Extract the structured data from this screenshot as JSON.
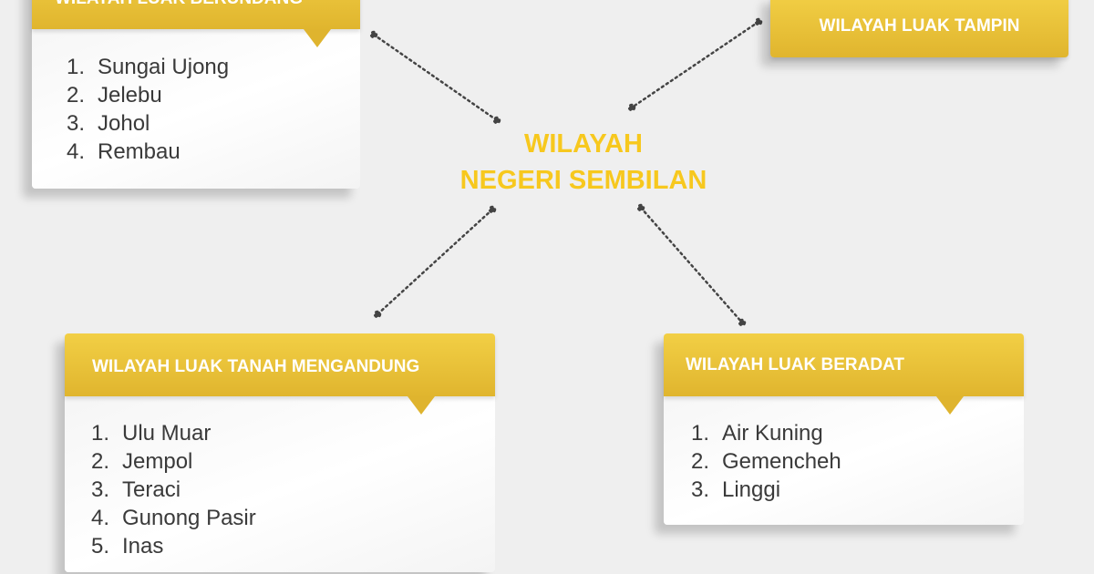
{
  "center": {
    "line1": "WILAYAH",
    "line2": "NEGERI SEMBILAN"
  },
  "boxes": [
    {
      "title": "WILAYAH LUAK BERUNDANG",
      "items": [
        "Sungai Ujong",
        "Jelebu",
        "Johol",
        "Rembau"
      ]
    },
    {
      "title": "WILAYAH LUAK TAMPIN",
      "items": []
    },
    {
      "title": "WILAYAH LUAK TANAH MENGANDUNG",
      "items": [
        "Ulu Muar",
        "Jempol",
        "Teraci",
        "Gunong Pasir",
        "Inas"
      ]
    },
    {
      "title": "WILAYAH LUAK BERADAT",
      "items": [
        "Air Kuning",
        "Gemencheh",
        "Linggi"
      ]
    }
  ],
  "numbers": [
    "1.",
    "2.",
    "3.",
    "4.",
    "5."
  ],
  "colors": {
    "accent": "#f7c81e",
    "header": "#e6bd35",
    "text": "#3a3a3a",
    "background": "#efefef"
  }
}
